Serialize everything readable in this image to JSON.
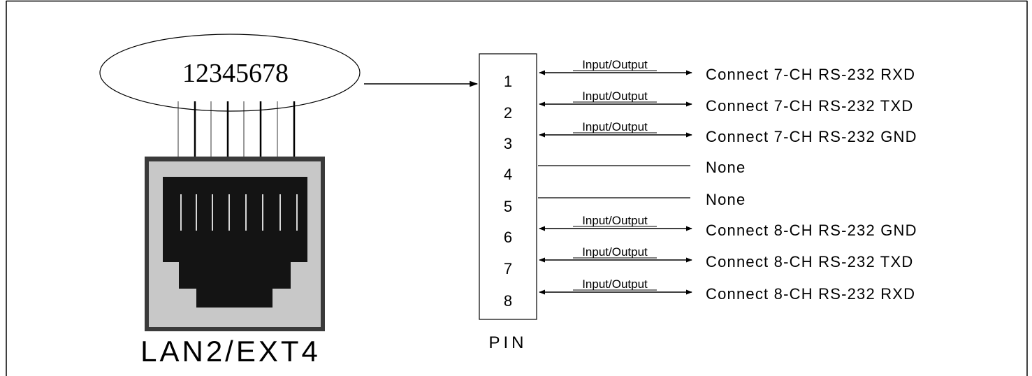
{
  "connector": {
    "pin_numbers_text": "12345678",
    "label": "LAN2/EXT4"
  },
  "pin_block": {
    "label": "PIN"
  },
  "pins": [
    {
      "number": "1",
      "arrow_label": "Input/Output",
      "description": "Connect 7-CH RS-232 RXD",
      "type": "io"
    },
    {
      "number": "2",
      "arrow_label": "Input/Output",
      "description": "Connect 7-CH RS-232 TXD",
      "type": "io"
    },
    {
      "number": "3",
      "arrow_label": "Input/Output",
      "description": "Connect 7-CH RS-232 GND",
      "type": "io"
    },
    {
      "number": "4",
      "arrow_label": "",
      "description": "None",
      "type": "none"
    },
    {
      "number": "5",
      "arrow_label": "",
      "description": "None",
      "type": "none"
    },
    {
      "number": "6",
      "arrow_label": "Input/Output",
      "description": "Connect 8-CH RS-232 GND",
      "type": "io"
    },
    {
      "number": "7",
      "arrow_label": "Input/Output",
      "description": "Connect 8-CH RS-232 TXD",
      "type": "io"
    },
    {
      "number": "8",
      "arrow_label": "Input/Output",
      "description": "Connect 8-CH RS-232 RXD",
      "type": "io"
    }
  ],
  "colors": {
    "line": "#000000",
    "jack_outer": "#3a3a3a",
    "jack_face": "#c8c8c8",
    "jack_hole": "#141414",
    "contact": "#d8d8d8",
    "wire_light": "#9a9a9a",
    "wire_dark": "#000000"
  }
}
